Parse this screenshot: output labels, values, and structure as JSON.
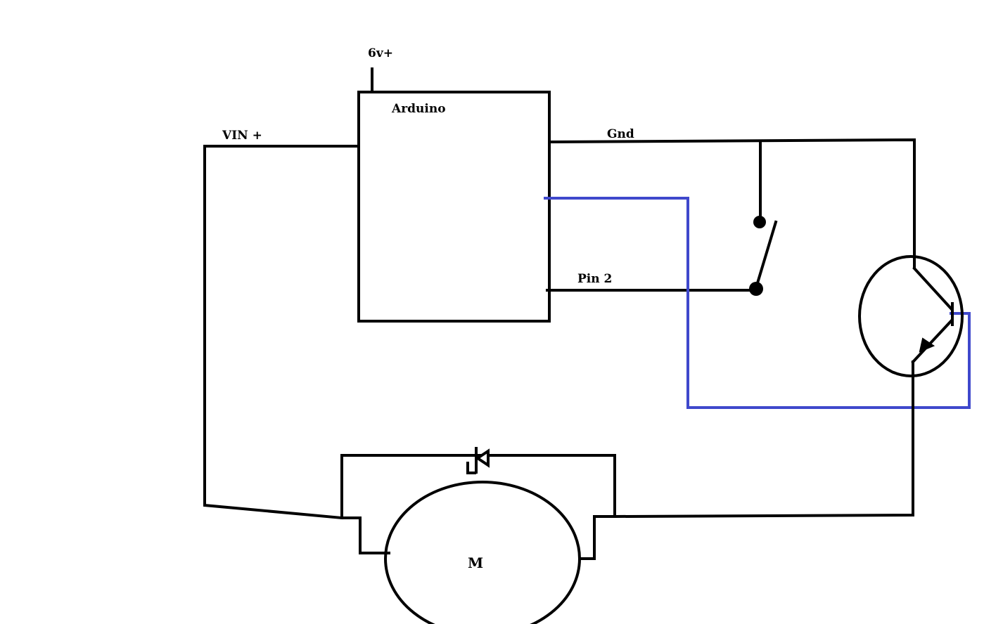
{
  "labels": {
    "supply": "6v+",
    "board": "Arduino",
    "vin": "VIN +",
    "gnd": "Gnd",
    "pin": "Pin 2",
    "motor": "M"
  },
  "colors": {
    "wire": "#000000",
    "signal_wire": "#3f48cc",
    "background": "#ffffff"
  }
}
